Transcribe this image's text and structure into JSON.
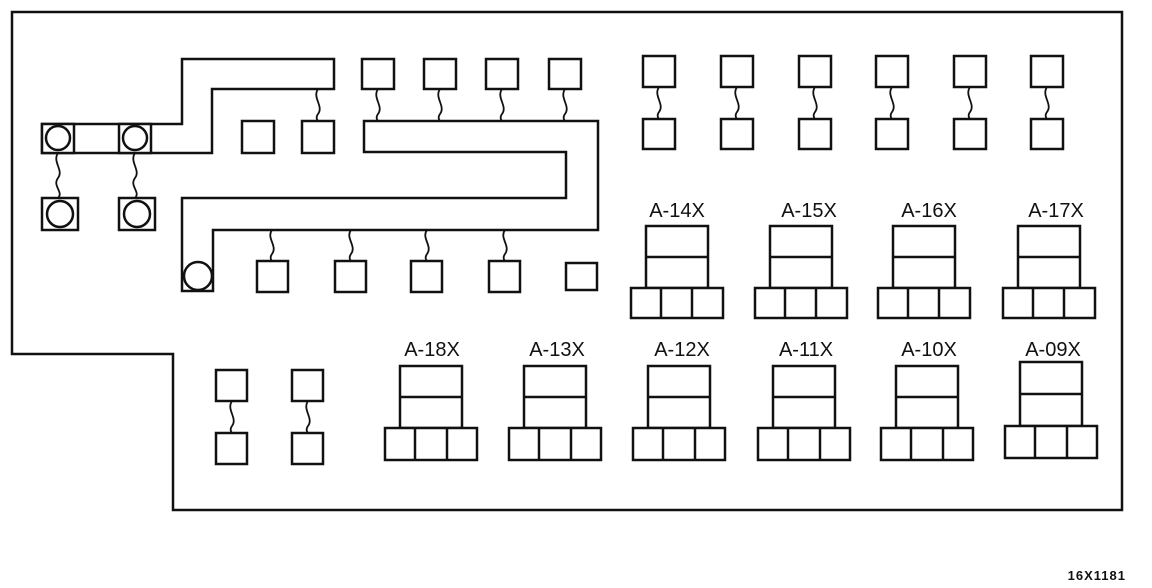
{
  "diagram": {
    "relay_labels": {
      "top_row": [
        "A-14X",
        "A-15X",
        "A-16X",
        "A-17X"
      ],
      "bottom_row": [
        "A-18X",
        "A-13X",
        "A-12X",
        "A-11X",
        "A-10X",
        "A-09X"
      ]
    },
    "figure_code": "16X1181"
  }
}
